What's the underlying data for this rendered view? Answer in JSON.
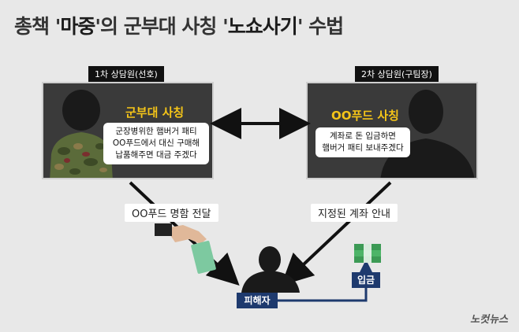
{
  "title": {
    "prefix": "총책 '",
    "kw1": "마중",
    "mid": "'의 군부대 사칭 '",
    "kw2": "노쇼사기",
    "suffix": "' 수법"
  },
  "left_card": {
    "tag": "1차 상담원(선호)",
    "role": "군부대 사칭",
    "bubble": [
      "군장병위한 햄버거 패티",
      "OO푸드에서 대신 구매해",
      "납품해주면 대금 주겠다"
    ]
  },
  "right_card": {
    "tag": "2차 상담원(구팀장)",
    "role": "OO푸드 사칭",
    "bubble": [
      "계좌로 돈 입금하면",
      "햄버거 패티 보내주겠다"
    ]
  },
  "flow": {
    "left_label": "OO푸드 명함 전달",
    "right_label": "지정된 계좌 안내",
    "victim": "피해자",
    "deposit": "입금"
  },
  "credit": "노컷뉴스",
  "colors": {
    "accent_yellow": "#f5c518",
    "navy": "#1e3a6e",
    "card_bg": "#3a3a3a"
  }
}
